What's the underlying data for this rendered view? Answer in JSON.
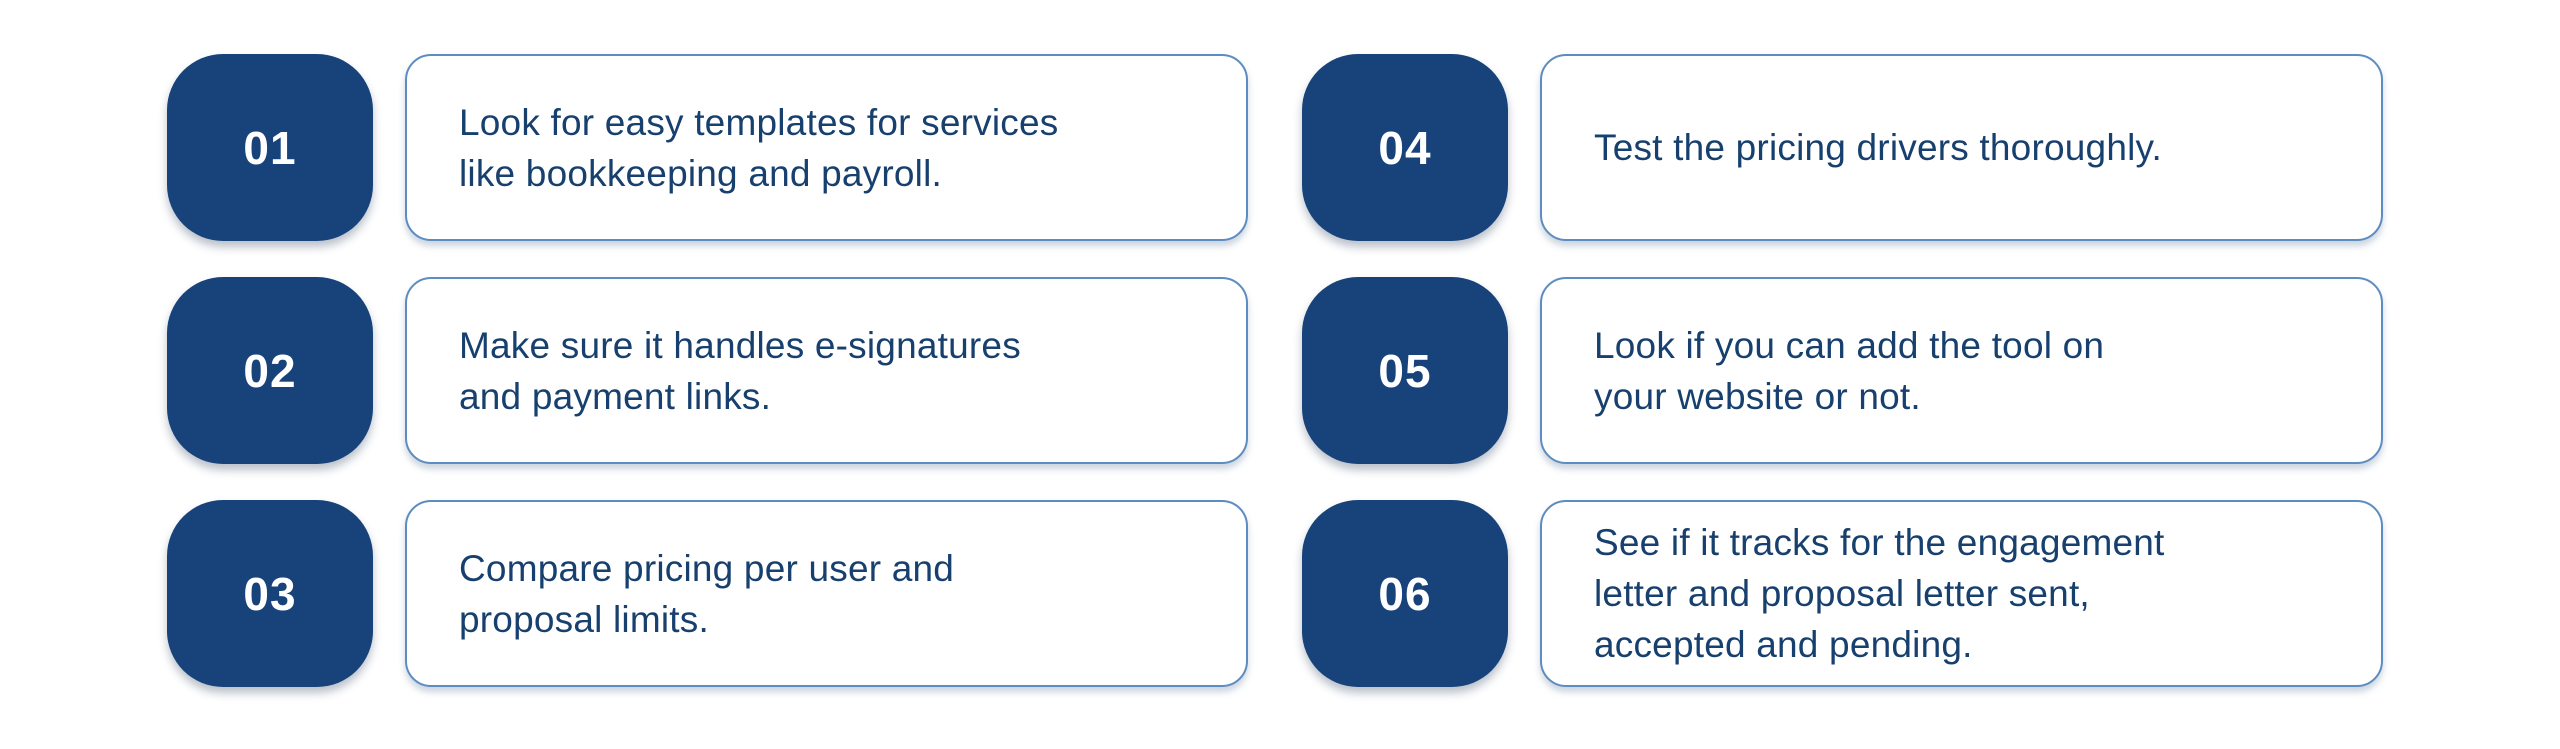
{
  "canvas": {
    "background": "#ffffff"
  },
  "colors": {
    "badge_bg": "#17437a",
    "badge_text": "#ffffff",
    "card_bg": "#ffffff",
    "card_border": "#5d8cc0",
    "text": "#17406e"
  },
  "items": [
    {
      "number": "01",
      "text": "Look for easy templates for services\nlike bookkeeping and payroll."
    },
    {
      "number": "02",
      "text": "Make sure it handles e-signatures\nand payment links."
    },
    {
      "number": "03",
      "text": "Compare pricing per user and\nproposal limits."
    },
    {
      "number": "04",
      "text": "Test the pricing drivers thoroughly."
    },
    {
      "number": "05",
      "text": "Look if you can add the tool on\nyour website or not."
    },
    {
      "number": "06",
      "text": "See if it tracks for the engagement\nletter and proposal letter sent,\naccepted and pending."
    }
  ]
}
